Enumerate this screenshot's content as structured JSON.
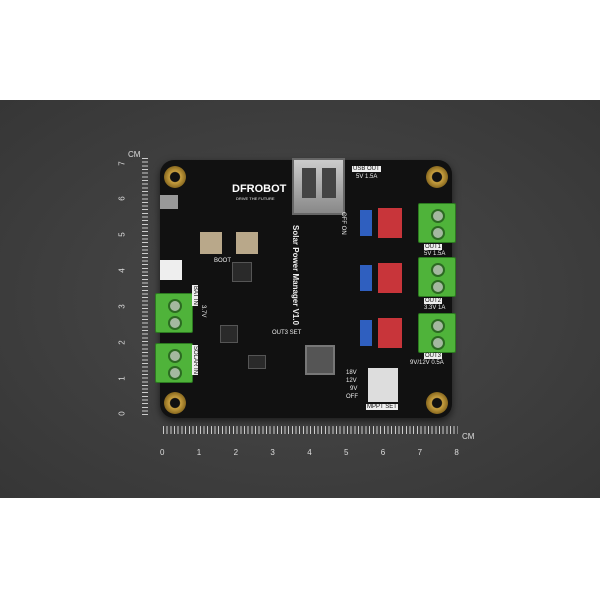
{
  "board": {
    "brand": "DFROBOT",
    "tagline": "DRIVE THE FUTURE",
    "title": "Solar Power Manager V1.0",
    "usb_label": "USB OUT",
    "usb_spec": "5V 1.5A",
    "outputs": [
      {
        "name": "OUT1",
        "spec": "5V 1.5A"
      },
      {
        "name": "OUT2",
        "spec": "3.3V 1A"
      },
      {
        "name": "OUT3",
        "spec": "9V/12V 0.5A"
      }
    ],
    "switch_label": "OFF ON",
    "boot": "BOOT",
    "bat_in": "BAT IN",
    "bat_v": "3.7V",
    "solar_in": "SOLAR IN",
    "out3_set": "OUT3 SET",
    "mppt_set": "MPPT SET",
    "mppt_options": [
      "18V",
      "12V",
      "9V",
      "OFF"
    ]
  },
  "ruler": {
    "unit": "CM",
    "vertical": [
      "7",
      "6",
      "5",
      "4",
      "3",
      "2",
      "1",
      "0"
    ],
    "horizontal": [
      "0",
      "1",
      "2",
      "3",
      "4",
      "5",
      "6",
      "7",
      "8"
    ]
  },
  "colors": {
    "pcb": "#111111",
    "terminal": "#4fb33a",
    "background": "#3e3e3e"
  }
}
